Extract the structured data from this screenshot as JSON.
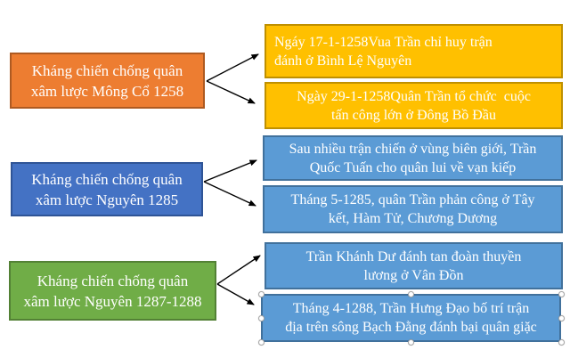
{
  "diagram": {
    "type": "flow-diagram",
    "topic": "Các cuộc kháng chiến chống quân xâm lược Mông - Nguyên thời Trần",
    "arrow_color": "#000000",
    "selection": {
      "selected_node": "event-bach-dang",
      "handle_fill": "#ffffff",
      "handle_border": "#a6a6a6"
    },
    "left_nodes": [
      {
        "id": "mongol-1258",
        "label": "Kháng chiến chống quân xâm lược Mông Cổ 1258",
        "lines": [
          "Kháng chiến chống quân",
          "xâm lược Mông Cổ 1258"
        ],
        "fill": "#ED7D31",
        "border": "#AE5A21"
      },
      {
        "id": "nguyen-1285",
        "label": "Kháng chiến chống quân xâm lược Nguyên 1285",
        "lines": [
          "Kháng chiến chống quân",
          "xâm lược Nguyên 1285"
        ],
        "fill": "#4472C4",
        "border": "#2F5496"
      },
      {
        "id": "nguyen-1287-1288",
        "label": "Kháng chiến chống quân xâm lược Nguyên 1287-1288",
        "lines": [
          "Kháng chiến chống quân",
          "xâm lược Nguyên 1287-1288"
        ],
        "fill": "#70AD47",
        "border": "#538135"
      }
    ],
    "right_nodes": [
      {
        "id": "binh-le-nguyen",
        "label": "Ngáy 17-1-1258Vua Trần chỉ huy trận đánh ở Bình Lệ Nguyên",
        "lines": [
          "Ngáy 17-1-1258Vua Trần chỉ huy trận",
          "đánh ở Bình Lệ Nguyên"
        ],
        "fill": "#FFC000",
        "border": "#BF9000"
      },
      {
        "id": "dong-bo-dau",
        "label": "Ngày 29-1-1258Quân Trần tổ chức cuộc tấn công lớn ở Đông Bồ Đầu",
        "lines": [
          "Ngày 29-1-1258Quân Trần tổ chức  cuộc",
          "tấn công lớn ở Đông Bồ Đầu"
        ],
        "fill": "#FFC000",
        "border": "#BF9000"
      },
      {
        "id": "van-kiep-retreat",
        "label": "Sau nhiều trận chiến ở vùng biên giới, Trần Quốc Tuấn cho quân lui về vạn kiếp",
        "lines": [
          "Sau nhiều trận chiến ở vùng biên giới, Trần",
          "Quốc Tuấn cho quân lui về vạn kiếp"
        ],
        "fill": "#5B9BD5",
        "border": "#41719C"
      },
      {
        "id": "counterattack-1285",
        "label": "Tháng 5-1285, quân Trần phản công ở Tây kết, Hàm Tử, Chương Dương",
        "lines": [
          "Tháng 5-1285, quân Trần phản công ở Tây",
          "kết, Hàm Tử, Chương Dương"
        ],
        "fill": "#5B9BD5",
        "border": "#41719C"
      },
      {
        "id": "van-don",
        "label": "Trần Khánh Dư đánh tan đoàn thuyền lương ở Vân Đồn",
        "lines": [
          "Trần Khánh Dư đánh tan đoàn thuyền",
          "lương ở Vân Đồn"
        ],
        "fill": "#5B9BD5",
        "border": "#41719C"
      },
      {
        "id": "bach-dang",
        "label": "Tháng 4-1288, Trần Hưng Đạo bố trí trận địa trên sông Bạch Đằng đánh bại quân giặc",
        "lines": [
          "Tháng 4-1288, Trần Hưng Đạo bố trí trận",
          "địa trên sông Bạch Đằng đánh bại quân giặc"
        ],
        "fill": "#5B9BD5",
        "border": "#41719C"
      }
    ],
    "connections": [
      {
        "from": "mongol-1258",
        "to": [
          "binh-le-nguyen",
          "dong-bo-dau"
        ]
      },
      {
        "from": "nguyen-1285",
        "to": [
          "van-kiep-retreat",
          "counterattack-1285"
        ]
      },
      {
        "from": "nguyen-1287-1288",
        "to": [
          "van-don",
          "bach-dang"
        ]
      }
    ]
  }
}
